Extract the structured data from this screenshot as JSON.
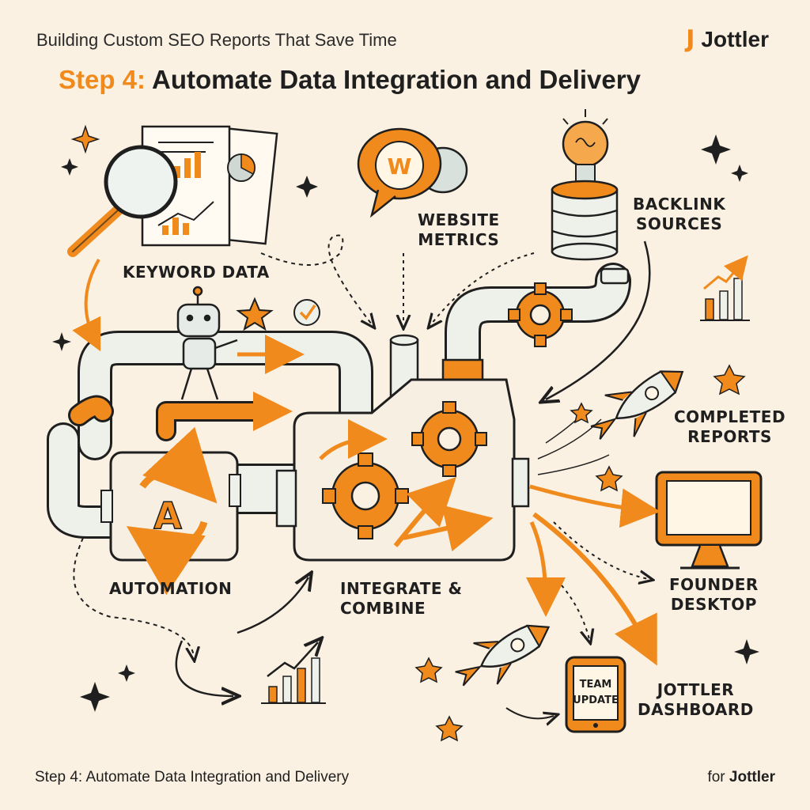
{
  "header": {
    "series_title": "Building Custom SEO Reports That Save Time",
    "brand_mark": "J",
    "brand_name": "Jottler",
    "step_prefix": "Step 4:",
    "step_title": "Automate Data Integration and Delivery"
  },
  "labels": {
    "keyword_data": "KEYWORD DATA",
    "website_metrics_1": "WEBSITE",
    "website_metrics_2": "METRICS",
    "backlink_1": "BACKLINK",
    "backlink_2": "SOURCES",
    "automation": "AUTOMATION",
    "integrate_1": "INTEGRATE &",
    "integrate_2": "COMBINE",
    "completed_1": "COMPLETED",
    "completed_2": "REPORTS",
    "founder_1": "FOUNDER",
    "founder_2": "DESKTOP",
    "dashboard_1": "JOTTLER",
    "dashboard_2": "DASHBOARD",
    "tablet_1": "TEAM",
    "tablet_2": "UPDATE",
    "bubble_letter": "W",
    "automation_letter": "A"
  },
  "footer": {
    "left": "Step 4: Automate Data Integration and Delivery",
    "right_prefix": "for",
    "right_brand": "Jottler"
  },
  "colors": {
    "accent": "#f08a1c",
    "ink": "#1f1f1f",
    "background": "#fbf1e2",
    "pipe": "#eef0ea"
  }
}
